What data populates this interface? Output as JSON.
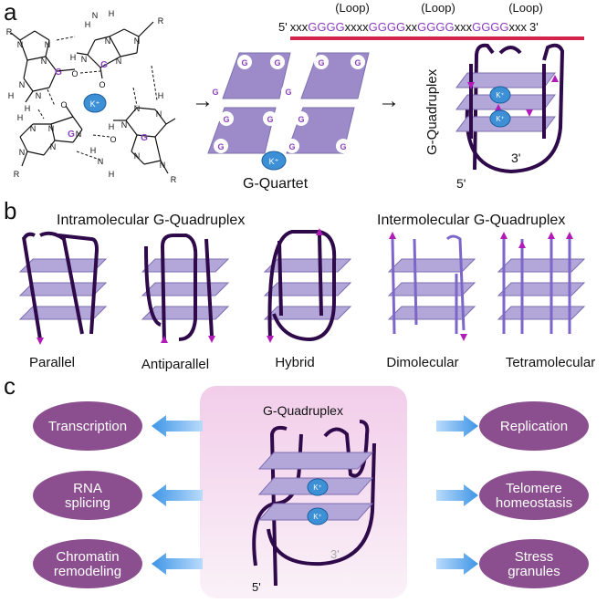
{
  "panels": {
    "a": "a",
    "b": "b",
    "c": "c"
  },
  "panel_a": {
    "sequence": {
      "five": "5'",
      "three": "3'",
      "parts": [
        "xxx",
        "GGGG",
        "xxxx",
        "GGGG",
        "xx",
        "GGGG",
        "xxx",
        "GGGG",
        "xxx"
      ]
    },
    "loop_labels": [
      "(Loop)",
      "(Loop)",
      "(Loop)"
    ],
    "atoms": {
      "N": "N",
      "H": "H",
      "O": "O",
      "R": "R",
      "G": "G",
      "K": "K⁺"
    },
    "quartet_label": "G-Quartet",
    "quadruplex_label": "G-Quadruplex",
    "end5": "5'",
    "end3": "3'",
    "arrow": "→"
  },
  "panel_b": {
    "intra_title": "Intramolecular G-Quadruplex",
    "inter_title": "Intermolecular G-Quadruplex",
    "types": [
      "Parallel",
      "Antiparallel",
      "Hybrid",
      "Dimolecular",
      "Tetramolecular"
    ]
  },
  "panel_c": {
    "center_title": "G-Quadruplex",
    "k_label": "K⁺",
    "end5": "5'",
    "end3": "3'",
    "left": [
      [
        "Transcription"
      ],
      [
        "RNA",
        "splicing"
      ],
      [
        "Chromatin",
        "remodeling"
      ]
    ],
    "right": [
      [
        "Replication"
      ],
      [
        "Telomere",
        "homeostasis"
      ],
      [
        "Stress",
        "granules"
      ]
    ]
  },
  "colors": {
    "strand": "#2e0a4a",
    "plane": "#b3a6d8",
    "plane_edge": "#7d6fb2",
    "loop_red": "#d4234a",
    "guanine": "#8b3ec2",
    "k_ion": "#3d8fd6",
    "ellipse": "#8b4f8f",
    "center_box": "#f2d9ee",
    "arrow": "#3e95e6",
    "tip": "#b21bb8"
  }
}
